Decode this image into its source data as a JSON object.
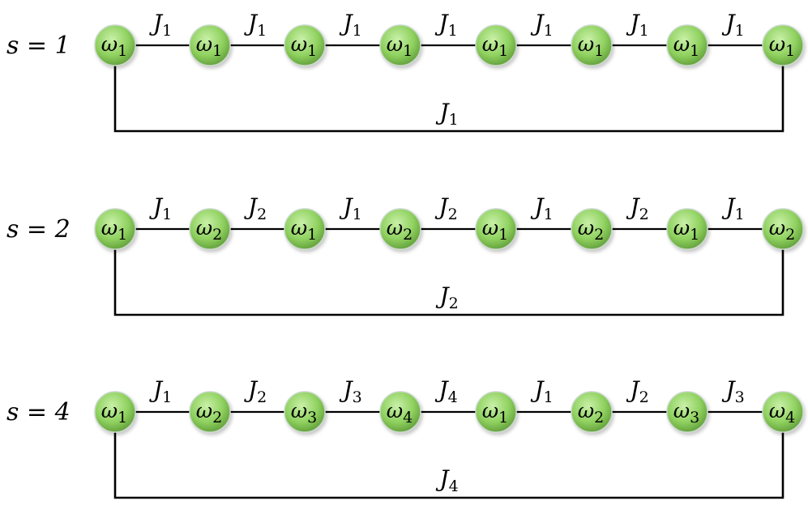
{
  "diagram": {
    "rows": [
      {
        "label": "s = 1",
        "nodes": [
          "ω₁",
          "ω₁",
          "ω₁",
          "ω₁",
          "ω₁",
          "ω₁",
          "ω₁",
          "ω₁"
        ],
        "couplings": [
          "J₁",
          "J₁",
          "J₁",
          "J₁",
          "J₁",
          "J₁",
          "J₁"
        ],
        "return_coupling": "J₁"
      },
      {
        "label": "s = 2",
        "nodes": [
          "ω₁",
          "ω₂",
          "ω₁",
          "ω₂",
          "ω₁",
          "ω₂",
          "ω₁",
          "ω₂"
        ],
        "couplings": [
          "J₁",
          "J₂",
          "J₁",
          "J₂",
          "J₁",
          "J₂",
          "J₁"
        ],
        "return_coupling": "J₂"
      },
      {
        "label": "s = 4",
        "nodes": [
          "ω₁",
          "ω₂",
          "ω₃",
          "ω₄",
          "ω₁",
          "ω₂",
          "ω₃",
          "ω₄"
        ],
        "couplings": [
          "J₁",
          "J₂",
          "J₃",
          "J₄",
          "J₁",
          "J₂",
          "J₃"
        ],
        "return_coupling": "J₄"
      }
    ],
    "colors": {
      "node_fill_light": "#c9f0a8",
      "node_fill_mid": "#8fd15f",
      "node_fill_dark": "#5e9a38",
      "line": "#000000",
      "text": "#000000"
    }
  }
}
